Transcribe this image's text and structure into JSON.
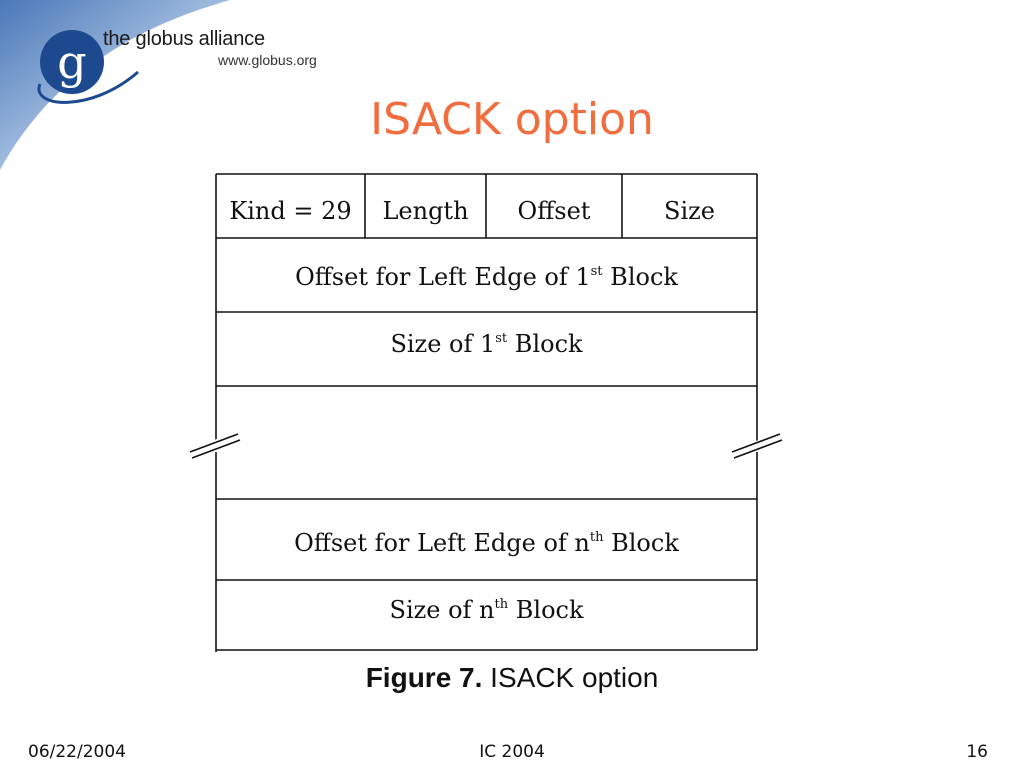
{
  "logo": {
    "name": "the globus alliance",
    "url": "www.globus.org",
    "letter": "g"
  },
  "slide": {
    "title": "ISACK option"
  },
  "diagram": {
    "header": [
      "Kind = 29",
      "Length",
      "Offset",
      "Size"
    ],
    "rows": [
      {
        "pre": "Offset for Left Edge of 1",
        "sup": "st",
        "post": " Block"
      },
      {
        "pre": "Size of 1",
        "sup": "st",
        "post": " Block"
      },
      {
        "pre": "Offset for Left Edge of n",
        "sup": "th",
        "post": " Block"
      },
      {
        "pre": "Size of n",
        "sup": "th",
        "post": " Block"
      }
    ],
    "caption": {
      "label": "Figure 7.",
      "text": " ISACK option"
    }
  },
  "footer": {
    "date": "06/22/2004",
    "center": "IC 2004",
    "page": "16"
  },
  "colors": {
    "title": "#f26d3d",
    "corner_blue": "#4a78b8",
    "logo_dark_blue": "#1d4a8e"
  }
}
